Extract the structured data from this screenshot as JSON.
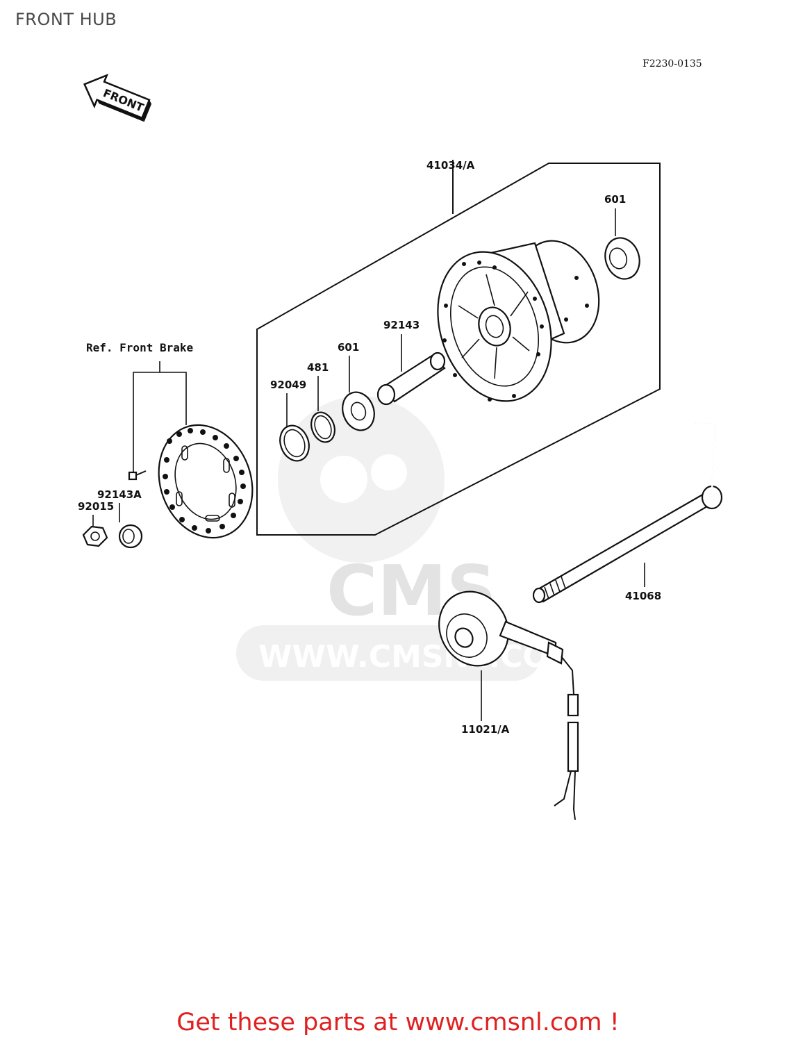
{
  "page": {
    "title": "FRONT HUB"
  },
  "diagram": {
    "code": "F2230-0135",
    "front_arrow": "FRONT",
    "ref_note": "Ref. Front Brake",
    "labels": {
      "p41034A": "41034/A",
      "p601_right": "601",
      "p92143": "92143",
      "p601_left": "601",
      "p481": "481",
      "p92049": "92049",
      "p92143A": "92143A",
      "p92015": "92015",
      "p41068": "41068",
      "p11021A": "11021/A"
    }
  },
  "watermark": {
    "brand": "CMS",
    "url": "WWW.CMSNL.COM"
  },
  "footer": {
    "cta": "Get these parts at www.cmsnl.com !"
  },
  "colors": {
    "cta": "#e02020",
    "watermark": "#e6e6e6"
  }
}
